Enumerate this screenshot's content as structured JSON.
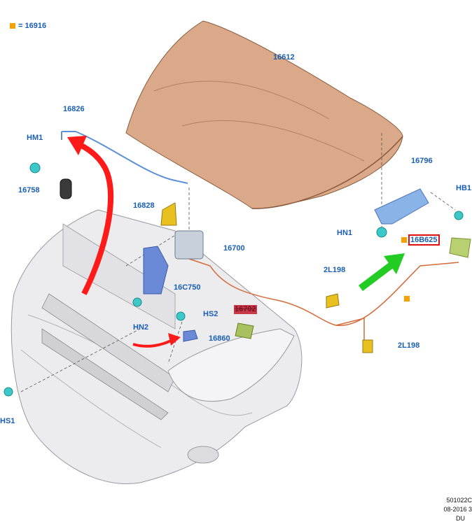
{
  "legend": {
    "symbol": "square-marker",
    "text": "= 16916",
    "color": "#f5a100"
  },
  "parts": {
    "hood": "16612",
    "release_cable": "16826",
    "bumper_hm1": "HM1",
    "stop_16758": "16758",
    "handle_16828": "16828",
    "latch_16700": "16700",
    "hinge_16796": "16796",
    "hb1": "HB1",
    "hn1": "HN1",
    "part_16b625": "16B625",
    "part_2l198_a": "2L198",
    "part_2l198_b": "2L198",
    "bracket_16c750": "16C750",
    "hn2": "HN2",
    "hs2": "HS2",
    "part_16702": "16702",
    "part_16860": "16860",
    "hs1": "HS1"
  },
  "footer": {
    "line1": "501022C",
    "line2": "08-2016 3",
    "line3": "DU"
  },
  "colors": {
    "label": "#1a5fb4",
    "callout_red": "#e01010",
    "callout_green": "#22cc22",
    "hood": "#d9a98a",
    "cable": "#5b8fd8",
    "wire": "#d46a3a",
    "teal_fastener": "#3cc8c8",
    "yellow_part": "#e8c020",
    "bumper": "#e6e6e8"
  }
}
